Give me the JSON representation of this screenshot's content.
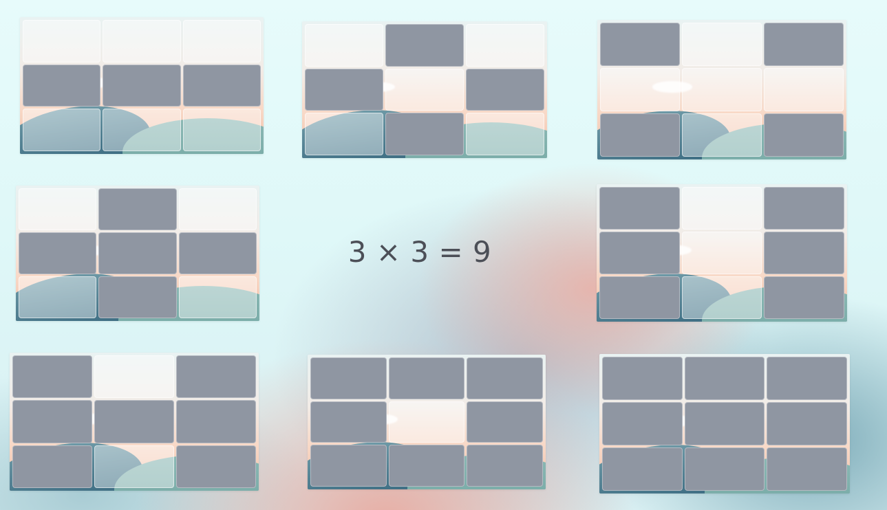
{
  "equation": {
    "text": "3 × 3 = 9"
  },
  "panels": [
    {
      "id": "panel-1",
      "tiles": [
        [
          "revealed",
          "revealed",
          "revealed"
        ],
        [
          "covered",
          "covered",
          "covered"
        ],
        [
          "revealed",
          "revealed",
          "revealed"
        ]
      ]
    },
    {
      "id": "panel-2",
      "tiles": [
        [
          "revealed",
          "covered",
          "revealed"
        ],
        [
          "covered",
          "revealed",
          "covered"
        ],
        [
          "revealed",
          "covered",
          "revealed"
        ]
      ]
    },
    {
      "id": "panel-3",
      "tiles": [
        [
          "covered",
          "revealed",
          "covered"
        ],
        [
          "revealed",
          "revealed",
          "revealed"
        ],
        [
          "covered",
          "revealed",
          "covered"
        ]
      ]
    },
    {
      "id": "panel-4",
      "tiles": [
        [
          "revealed",
          "covered",
          "revealed"
        ],
        [
          "covered",
          "covered",
          "covered"
        ],
        [
          "revealed",
          "covered",
          "revealed"
        ]
      ]
    },
    {
      "id": "panel-5",
      "tiles": [
        [
          "covered",
          "revealed",
          "covered"
        ],
        [
          "covered",
          "revealed",
          "covered"
        ],
        [
          "covered",
          "revealed",
          "covered"
        ]
      ]
    },
    {
      "id": "panel-6",
      "tiles": [
        [
          "covered",
          "revealed",
          "covered"
        ],
        [
          "covered",
          "covered",
          "covered"
        ],
        [
          "covered",
          "revealed",
          "covered"
        ]
      ]
    },
    {
      "id": "panel-7",
      "tiles": [
        [
          "covered",
          "covered",
          "covered"
        ],
        [
          "covered",
          "revealed",
          "covered"
        ],
        [
          "covered",
          "covered",
          "covered"
        ]
      ]
    },
    {
      "id": "panel-8",
      "tiles": [
        [
          "covered",
          "covered",
          "covered"
        ],
        [
          "covered",
          "covered",
          "covered"
        ],
        [
          "covered",
          "covered",
          "covered"
        ]
      ]
    }
  ]
}
